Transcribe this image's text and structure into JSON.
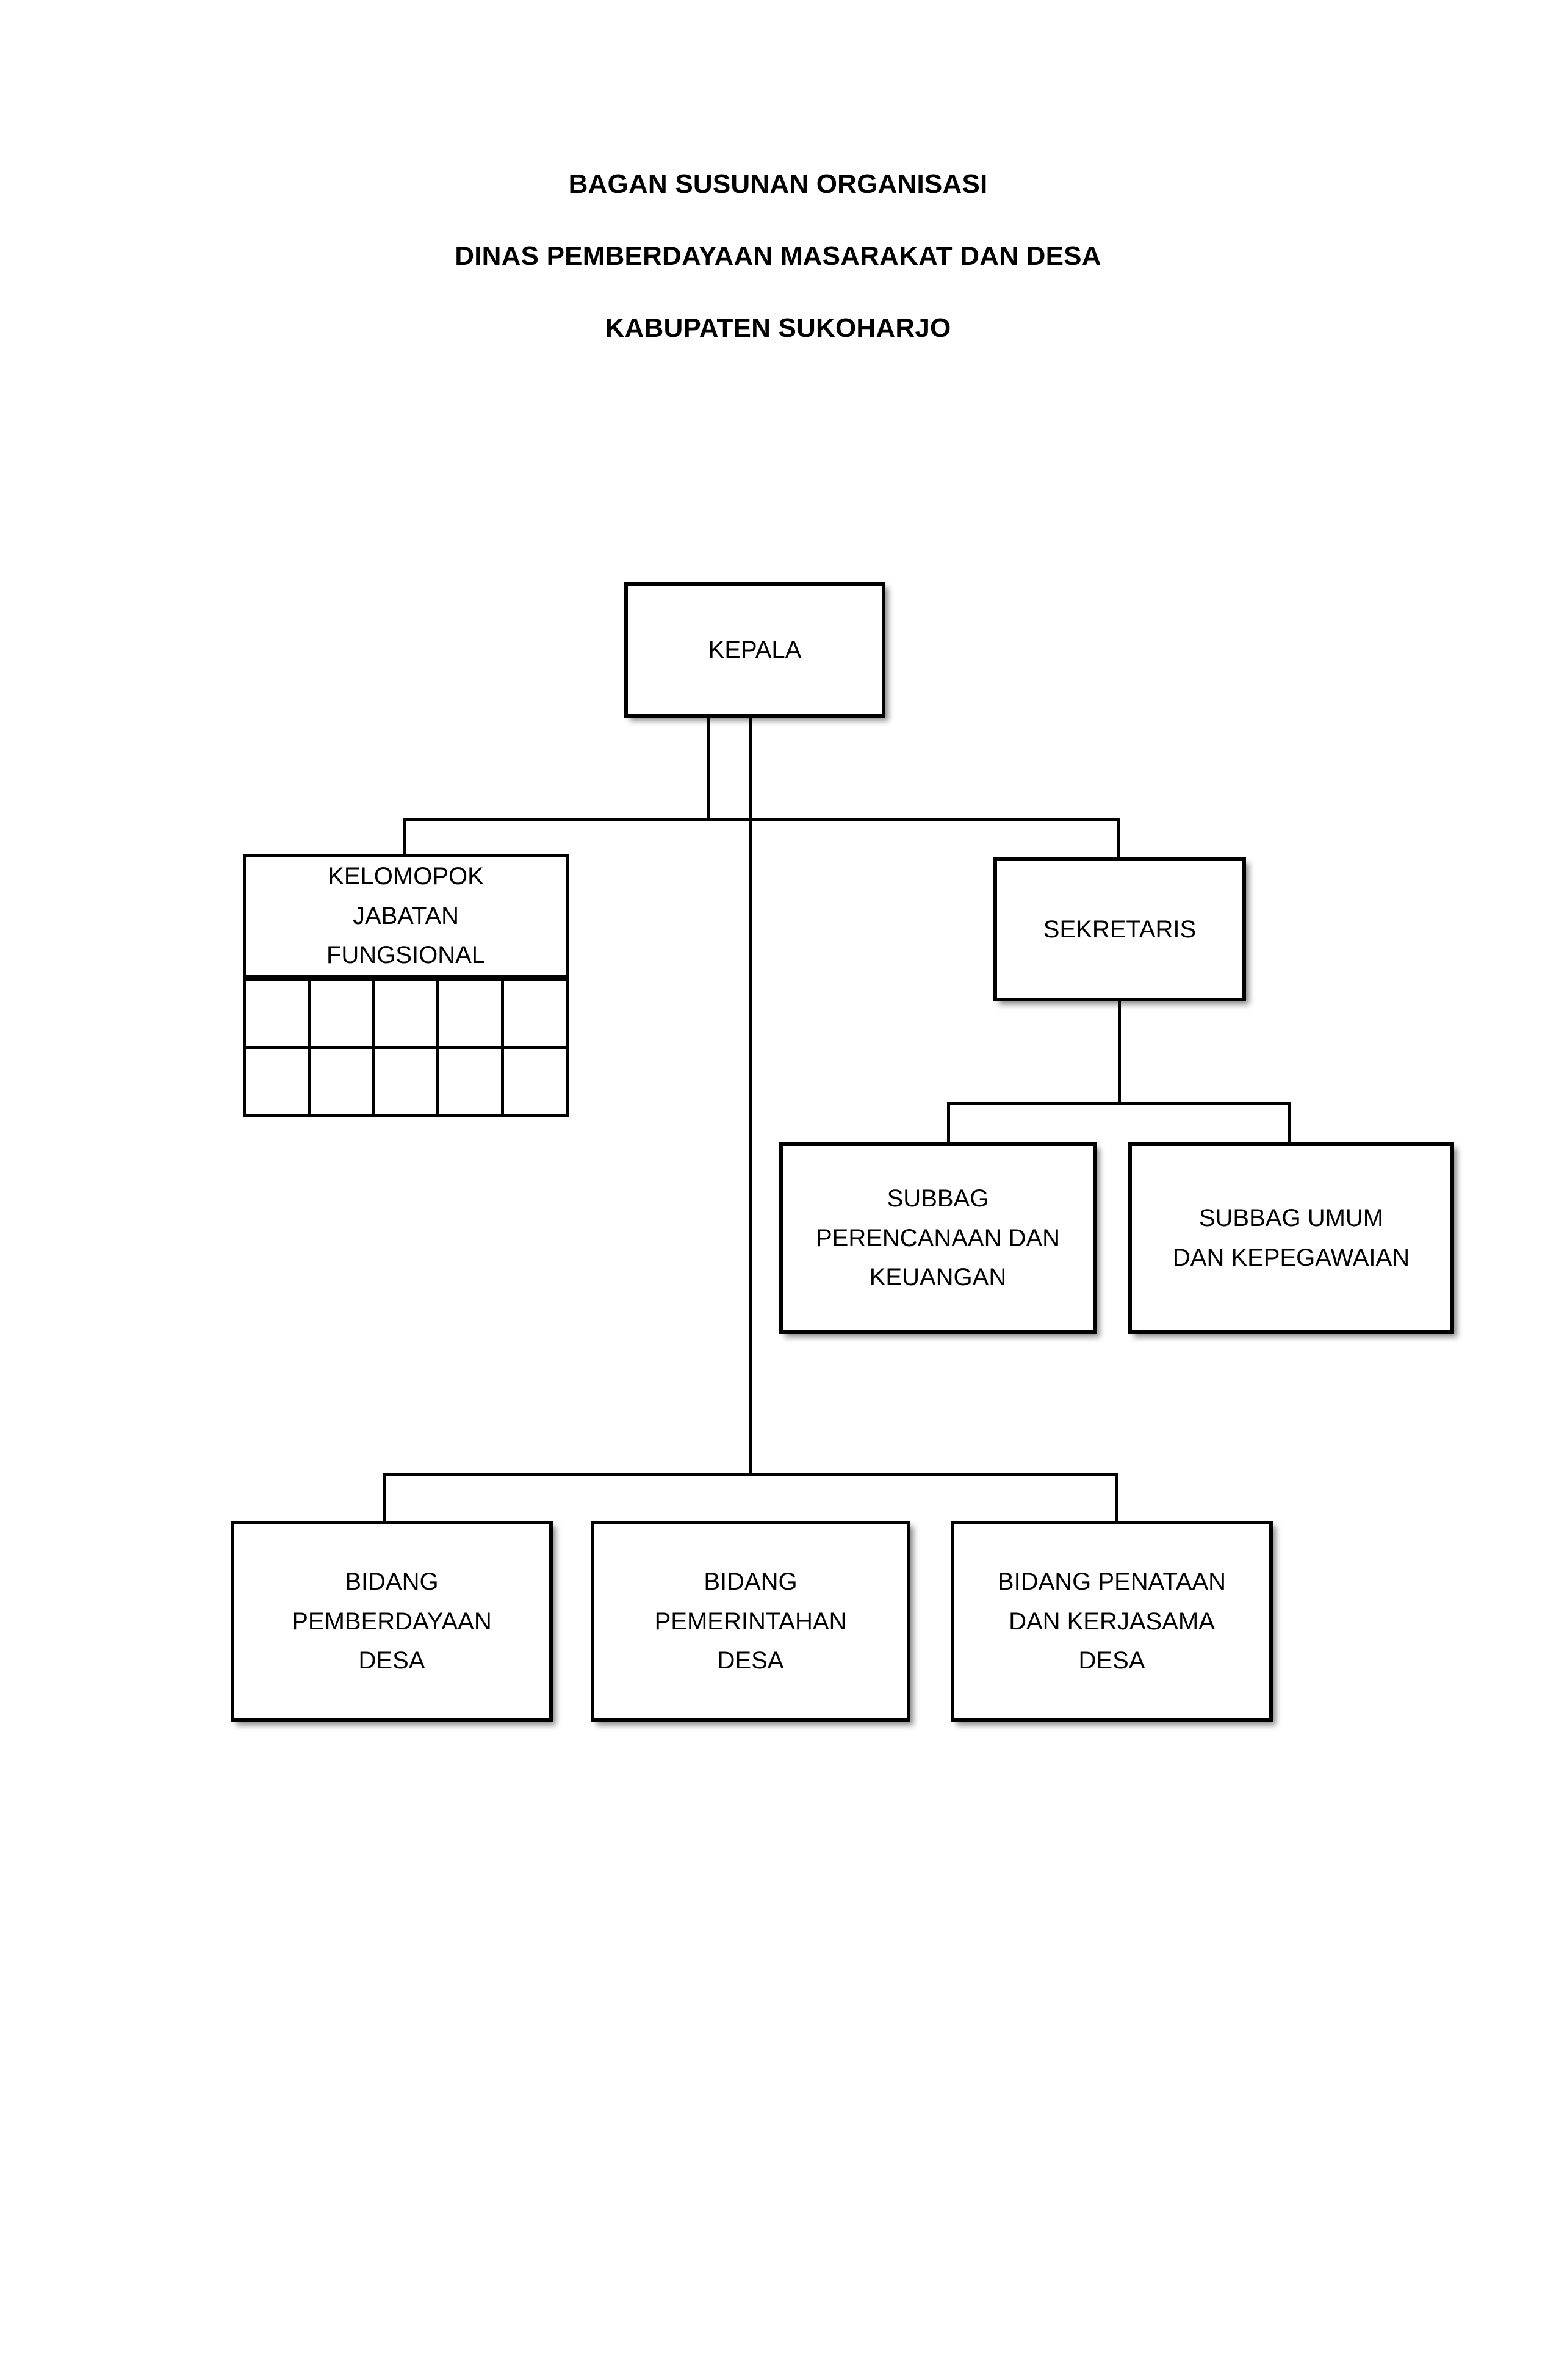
{
  "title": {
    "line1": "BAGAN SUSUNAN ORGANISASI",
    "line2": "DINAS PEMBERDAYAAN MASARAKAT DAN DESA",
    "line3": "KABUPATEN SUKOHARJO"
  },
  "colors": {
    "border": "#000000",
    "text": "#000000",
    "background": "#ffffff"
  },
  "chart_data": {
    "type": "org-chart",
    "root": "KEPALA",
    "nodes": [
      {
        "id": "kepala",
        "label": "KEPALA",
        "level": 0
      },
      {
        "id": "kelompok-jabatan-fungsional",
        "label": "KELOMOPOK\nJABATAN\nFUNGSIONAL",
        "level": 1,
        "parent": "kepala",
        "has_grid": true,
        "grid_columns": 5,
        "grid_rows": 2,
        "grid_cells_empty": true
      },
      {
        "id": "sekretaris",
        "label": "SEKRETARIS",
        "level": 1,
        "parent": "kepala"
      },
      {
        "id": "subbag-perencanaan-dan-keuangan",
        "label": "SUBBAG\nPERENCANAAN DAN\nKEUANGAN",
        "level": 2,
        "parent": "sekretaris"
      },
      {
        "id": "subbag-umum-dan-kepegawaian",
        "label": "SUBBAG UMUM\nDAN KEPEGAWAIAN",
        "level": 2,
        "parent": "sekretaris"
      },
      {
        "id": "bidang-pemberdayaan-desa",
        "label": "BIDANG\nPEMBERDAYAAN\nDESA",
        "level": 1,
        "parent": "kepala"
      },
      {
        "id": "bidang-pemerintahan-desa",
        "label": "BIDANG\nPEMERINTAHAN\nDESA",
        "level": 1,
        "parent": "kepala"
      },
      {
        "id": "bidang-penataan-dan-kerjasama-desa",
        "label": "BIDANG PENATAAN\nDAN KERJASAMA\nDESA",
        "level": 1,
        "parent": "kepala"
      }
    ],
    "edges": [
      {
        "from": "kepala",
        "to": "kelompok-jabatan-fungsional"
      },
      {
        "from": "kepala",
        "to": "sekretaris"
      },
      {
        "from": "sekretaris",
        "to": "subbag-perencanaan-dan-keuangan"
      },
      {
        "from": "sekretaris",
        "to": "subbag-umum-dan-kepegawaian"
      },
      {
        "from": "kepala",
        "to": "bidang-pemberdayaan-desa"
      },
      {
        "from": "kepala",
        "to": "bidang-pemerintahan-desa"
      },
      {
        "from": "kepala",
        "to": "bidang-penataan-dan-kerjasama-desa"
      }
    ]
  }
}
